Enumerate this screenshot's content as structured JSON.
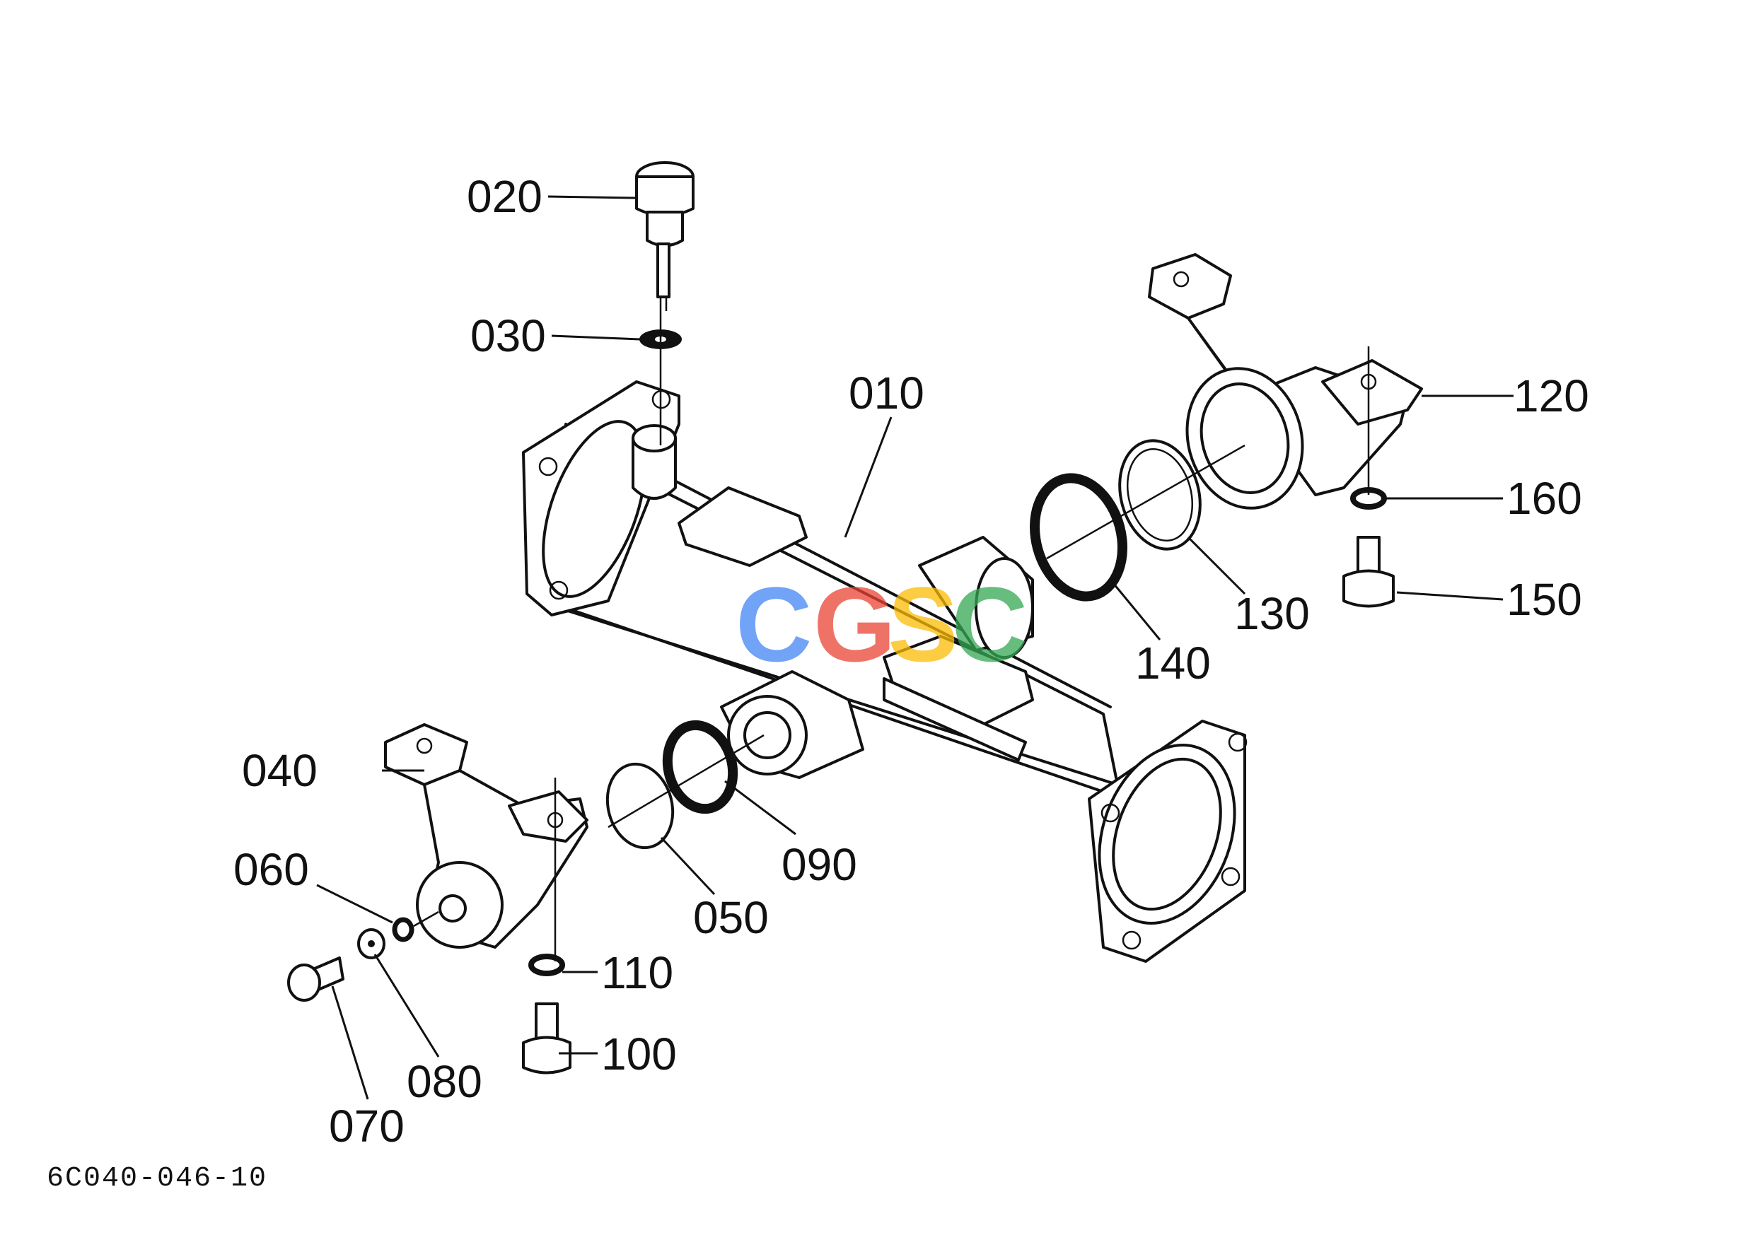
{
  "parts": {
    "p010": "010",
    "p020": "020",
    "p030": "030",
    "p040": "040",
    "p050": "050",
    "p060": "060",
    "p070": "070",
    "p080": "080",
    "p090": "090",
    "p100": "100",
    "p110": "110",
    "p120": "120",
    "p130": "130",
    "p140": "140",
    "p150": "150",
    "p160": "160"
  },
  "drawing_code": "6C040-046-10",
  "watermark": {
    "letters": [
      "C",
      "G",
      "S",
      "C"
    ],
    "colors": [
      "#4285F4",
      "#EA4335",
      "#FBBC05",
      "#34A853"
    ]
  }
}
